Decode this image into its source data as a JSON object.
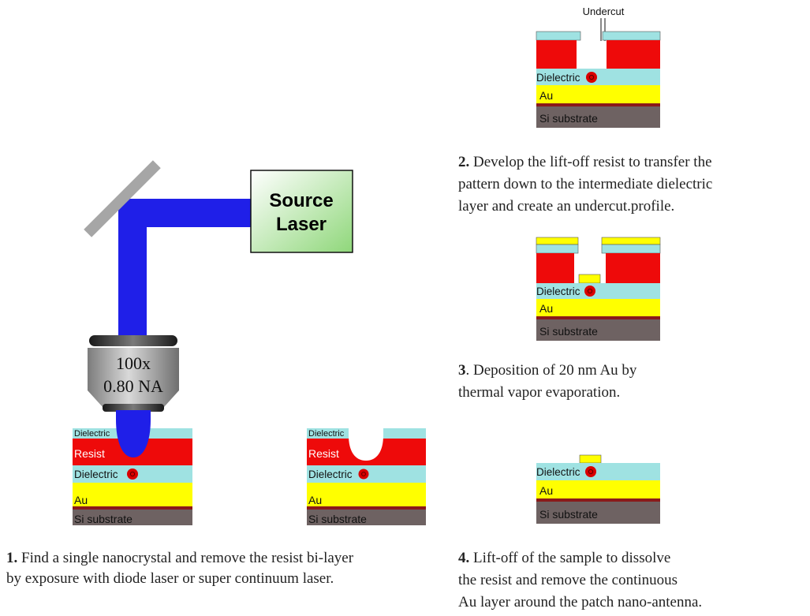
{
  "colors": {
    "beam": "#1f1fe8",
    "resist": "#ee0a0a",
    "dielectric": "#9fe2e2",
    "gold": "#ffff00",
    "substrate": "#6e6262",
    "source_fill": "#b5e7a0",
    "mirror": "#a6a6a6",
    "objective": "#a8a8a8",
    "nanocrystal": "#d90000"
  },
  "icons": {
    "mirror": "mirror-icon",
    "objective": "microscope-objective-icon",
    "source": "laser-source-box",
    "nanocrystal": "nanocrystal-dot-icon"
  },
  "laser": {
    "source_label_line1": "Source",
    "source_label_line2": "Laser"
  },
  "objective": {
    "magnification": "100x",
    "numerical_aperture": "0.80 NA"
  },
  "layers": {
    "dielectric": "Dielectric",
    "resist": "Resist",
    "gold": "Au",
    "substrate": "Si substrate"
  },
  "annotations": {
    "undercut": "Undercut"
  },
  "steps": {
    "step1": {
      "number": "1.",
      "line1": "Find a single nanocrystal and remove the resist bi-layer",
      "line2": "by exposure with diode laser or super continuum laser."
    },
    "step2": {
      "number": "2.",
      "line1": "Develop the lift-off resist to transfer the",
      "line2": "pattern down to the intermediate dielectric",
      "line3": "layer and create an undercut.profile."
    },
    "step3": {
      "number": "3",
      "line1": ". Deposition of 20 nm Au by",
      "line2": "thermal vapor evaporation."
    },
    "step4": {
      "number": "4.",
      "line1": "Lift-off of the sample to dissolve",
      "line2": "the resist and remove the continuous",
      "line3": "Au layer around the patch nano-antenna."
    }
  }
}
